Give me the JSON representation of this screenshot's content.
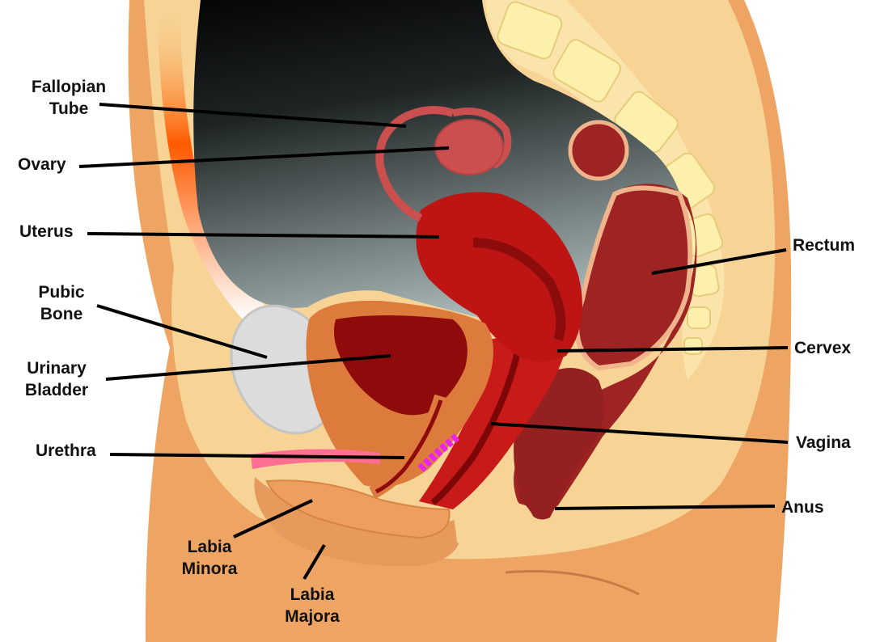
{
  "colors": {
    "skin": "#eea564",
    "fat": "#f7d495",
    "fat_light": "#fbe4ab",
    "cavity_dark": "#050505",
    "cavity_light": "#aab8b8",
    "peritoneum": "#b7c6c6",
    "uterus": "#bf1414",
    "uterus_dark": "#8c0c0c",
    "bladder": "#8f0a0a",
    "bladder_wall": "#dd7b3c",
    "ovary": "#cc4f4f",
    "rectum": "#9e2424",
    "rectum_pale": "#efb48c",
    "bone": "#dcdcdc",
    "spine": "#fdf0ad",
    "muscle_orange": "#ff5a00",
    "clitoris": "#ff6f91",
    "glands": "#ee22ee",
    "label_text": "#111111",
    "pointer": "#000000"
  },
  "labels": [
    {
      "id": "fallopian-tube",
      "lines": [
        "Fallopian",
        "Tube"
      ],
      "anchor": "middle"
    },
    {
      "id": "ovary",
      "lines": [
        "Ovary"
      ],
      "anchor": "start"
    },
    {
      "id": "uterus",
      "lines": [
        "Uterus"
      ],
      "anchor": "start"
    },
    {
      "id": "pubic-bone",
      "lines": [
        "Pubic",
        "Bone"
      ],
      "anchor": "middle"
    },
    {
      "id": "urinary-bladder",
      "lines": [
        "Urinary",
        "Bladder"
      ],
      "anchor": "middle"
    },
    {
      "id": "urethra",
      "lines": [
        "Urethra"
      ],
      "anchor": "start"
    },
    {
      "id": "labia-minora",
      "lines": [
        "Labia",
        "Minora"
      ],
      "anchor": "middle"
    },
    {
      "id": "labia-majora",
      "lines": [
        "Labia",
        "Majora"
      ],
      "anchor": "middle"
    },
    {
      "id": "rectum",
      "lines": [
        "Rectum"
      ],
      "anchor": "start"
    },
    {
      "id": "cervex",
      "lines": [
        "Cervex"
      ],
      "anchor": "start"
    },
    {
      "id": "vagina",
      "lines": [
        "Vagina"
      ],
      "anchor": "start"
    },
    {
      "id": "anus",
      "lines": [
        "Anus"
      ],
      "anchor": "start"
    }
  ]
}
